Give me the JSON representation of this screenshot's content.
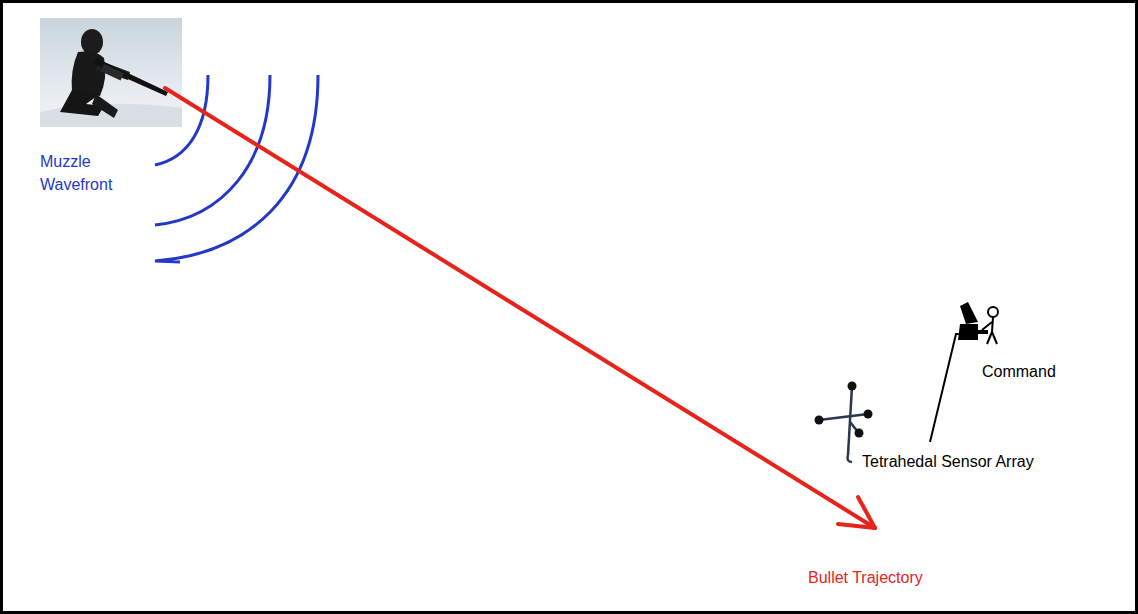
{
  "diagram": {
    "labels": [
      "Muzzle Wavefront",
      "Command",
      "Tetrahedal Sensor Array",
      "Bullet Trajectory"
    ]
  }
}
